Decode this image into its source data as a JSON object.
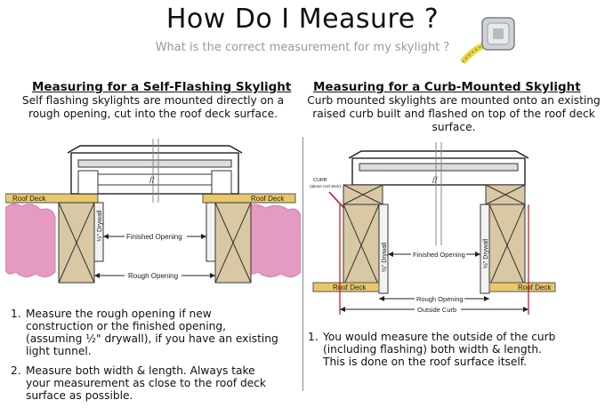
{
  "header": {
    "title": "How Do I Measure ?",
    "subtitle": "What is the correct measurement for my skylight ?"
  },
  "left": {
    "heading": "Measuring for a Self-Flashing Skylight",
    "desc": "Self flashing skylights are mounted directly on a rough opening, cut into the roof deck surface.",
    "labels": {
      "roof_deck_left": "Roof Deck",
      "roof_deck_right": "Roof Deck",
      "drywall": "½\" Drywall",
      "finished_opening": "Finished Opening",
      "rough_opening": "Rough Opening"
    },
    "steps": [
      {
        "num": "1.",
        "lines": [
          "Measure the rough opening if new",
          "construction or the finished opening,",
          "(assuming ½\" drywall), if you have an existing",
          "light tunnel."
        ]
      },
      {
        "num": "2.",
        "lines": [
          "Measure both width & length.  Always take",
          "your measurement as close to the roof deck",
          "surface as possible."
        ]
      }
    ]
  },
  "right": {
    "heading": "Measuring for a Curb-Mounted Skylight",
    "desc": "Curb mounted skylights are mounted onto an existing raised curb built and flashed on top of the roof deck surface.",
    "labels": {
      "curb": "CURB",
      "curb_sub": "(above roof deck)",
      "roof_deck_left": "Roof Deck",
      "roof_deck_right": "Roof Deck",
      "drywall_left": "½\" Drywall",
      "drywall_right": "½\" Drywall",
      "finished_opening": "Finished Opening",
      "rough_opening": "Rough Opening",
      "outside_curb": "Outside Curb"
    },
    "steps": [
      {
        "num": "1.",
        "lines": [
          "You would measure the outside of the curb",
          "(including flashing) both width & length.",
          "This is done on the roof surface itself."
        ]
      }
    ]
  },
  "colors": {
    "insulation": "#e59ac3",
    "roof_deck": "#e8c86a",
    "lumber": "#d8c8a4",
    "drywall": "#f2f2f2",
    "accent": "#c4121a",
    "tape": "#e8d23a"
  }
}
